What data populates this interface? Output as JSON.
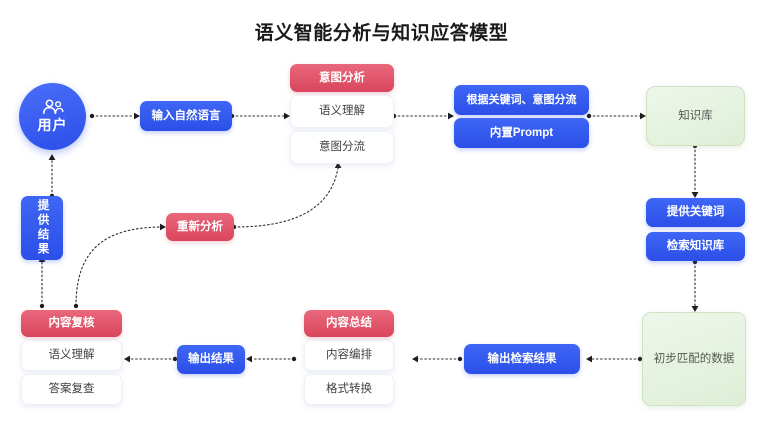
{
  "page": {
    "title": "语义智能分析与知识应答模型",
    "background": "#ffffff"
  },
  "colors": {
    "blue": "#2b4fe8",
    "blue_light": "#3f66f5",
    "red": "#d9455c",
    "red_light": "#e9687c",
    "green_bg": "#e7f3e0",
    "green_border": "#cfe3c4",
    "white_card": "#ffffff",
    "text_dark": "#404244",
    "connector": "#2b2b2b"
  },
  "nodes": {
    "user": {
      "label": "用户",
      "icon": "users-icon"
    },
    "input_natural_language": {
      "label": "输入自然语言"
    },
    "provide_result": {
      "label": "提供结果"
    },
    "reanalyze": {
      "label": "重新分析"
    },
    "intent_group": {
      "header": "意图分析",
      "items": [
        "语义理解",
        "意图分流"
      ]
    },
    "route_keywords": {
      "label": "根据关键词、意图分流"
    },
    "builtin_prompt": {
      "label": "内置Prompt"
    },
    "knowledge_base": {
      "label": "知识库"
    },
    "provide_keywords": {
      "label": "提供关键词"
    },
    "search_knowledge_base": {
      "label": "检索知识库"
    },
    "matched_data": {
      "label": "初步匹配的数据"
    },
    "output_search_result": {
      "label": "输出检索结果"
    },
    "summary_group": {
      "header": "内容总结",
      "items": [
        "内容编排",
        "格式转换"
      ]
    },
    "output_result": {
      "label": "输出结果"
    },
    "review_group": {
      "header": "内容复核",
      "items": [
        "语义理解",
        "答案复查"
      ]
    }
  }
}
